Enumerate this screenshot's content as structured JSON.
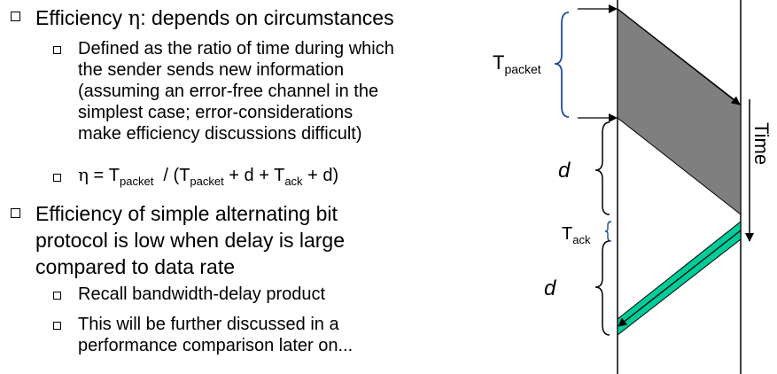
{
  "bullets": {
    "b1": {
      "eta": "η",
      "text": ": depends on circumstances",
      "prefix": "Efficiency "
    },
    "b1a": {
      "lines": [
        "Defined as the ratio of time during which",
        "the sender sends new information",
        "(assuming an error-free channel in the",
        "simplest case; error-considerations",
        "make efficiency discussions difficult)"
      ]
    },
    "formula": {
      "eta": "η",
      "eq": " = T",
      "sub1": "packet",
      "mid": "  / (T",
      "sub2": "packet",
      "mid2": " + d + T",
      "sub3": "ack",
      "end": " + d)"
    },
    "b2": {
      "lines": [
        "Efficiency of simple alternating bit",
        "protocol is low when delay is large",
        "compared to data rate"
      ]
    },
    "b2a": {
      "text": "Recall bandwidth-delay product"
    },
    "b2b": {
      "lines": [
        "This will be further discussed in a",
        "performance comparison later on..."
      ]
    }
  },
  "diagram": {
    "t_packet": {
      "base": "T",
      "sub": "packet"
    },
    "t_ack": {
      "base": "T",
      "sub": "ack"
    },
    "d_label_1": "d",
    "d_label_2": "d",
    "time_label": "Time",
    "colors": {
      "packet_fill": "#7f7f7f",
      "ack_fill": "#00cc99",
      "brace": "#1f4e99"
    }
  }
}
